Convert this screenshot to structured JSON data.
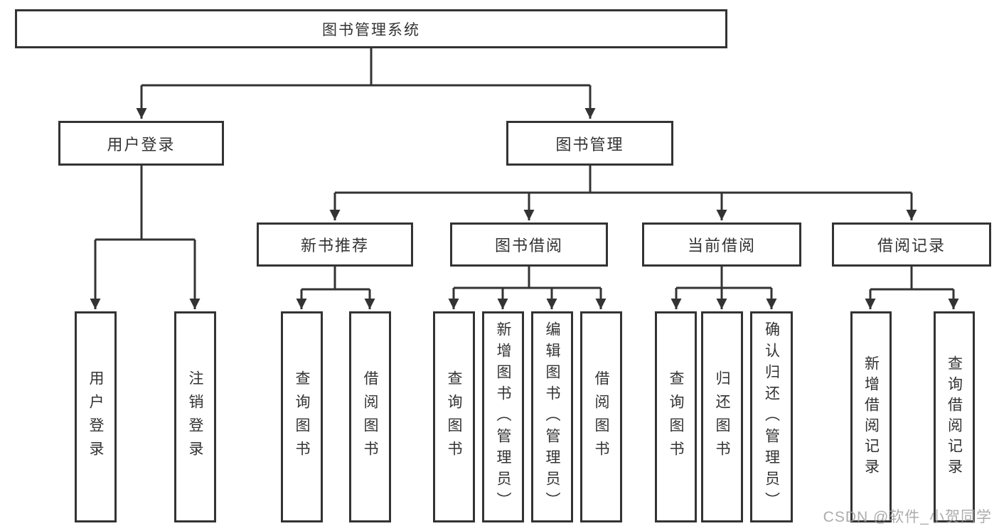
{
  "tree": {
    "label": "图书管理系统",
    "children": [
      {
        "label": "用户登录",
        "children": [
          {
            "label": "用户登录"
          },
          {
            "label": "注销登录"
          }
        ]
      },
      {
        "label": "图书管理",
        "children": [
          {
            "label": "新书推荐",
            "children": [
              {
                "label": "查询图书"
              },
              {
                "label": "借阅图书"
              }
            ]
          },
          {
            "label": "图书借阅",
            "children": [
              {
                "label": "查询图书"
              },
              {
                "label": "新增图书（管理员）"
              },
              {
                "label": "编辑图书（管理员）"
              },
              {
                "label": "借阅图书"
              }
            ]
          },
          {
            "label": "当前借阅",
            "children": [
              {
                "label": "查询图书"
              },
              {
                "label": "归还图书"
              },
              {
                "label": "确认归还（管理员）"
              }
            ]
          },
          {
            "label": "借阅记录",
            "children": [
              {
                "label": "新增借阅记录"
              },
              {
                "label": "查询借阅记录"
              }
            ]
          }
        ]
      }
    ]
  },
  "watermark": {
    "text": "CSDN @软件_小贺同学"
  },
  "colors": {
    "line": "#333333",
    "box_border": "#333333",
    "box_fill": "#ffffff",
    "text": "#333333",
    "watermark": "#9e9e9e",
    "background": "#ffffff"
  }
}
